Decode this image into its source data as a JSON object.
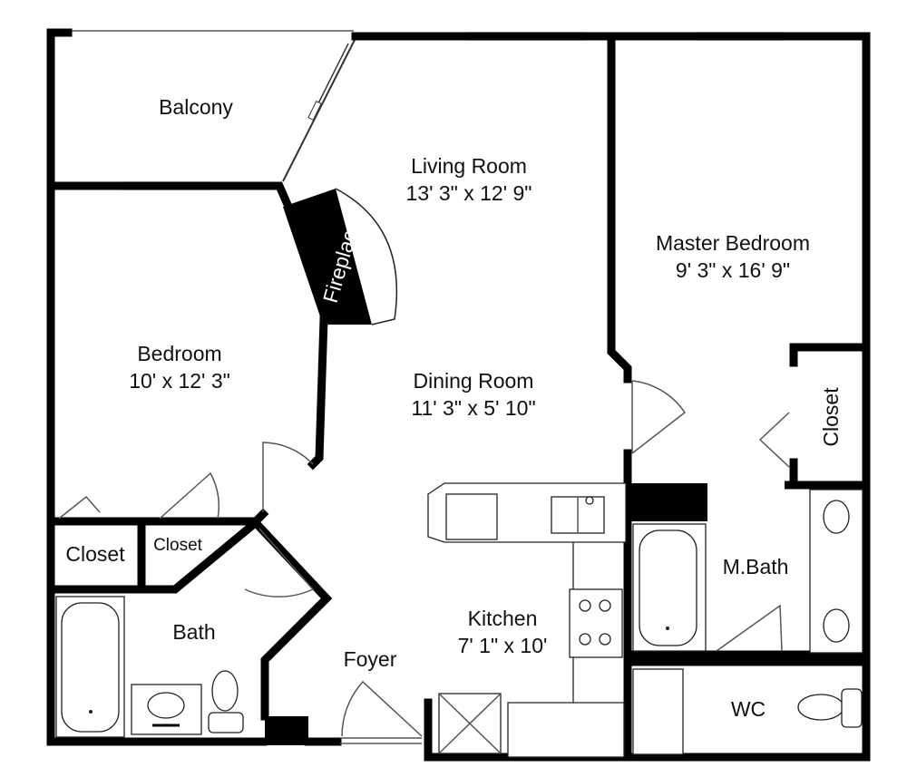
{
  "rooms": {
    "balcony": {
      "name": "Balcony"
    },
    "living_room": {
      "name": "Living Room",
      "size": "13' 3\" x 12' 9\""
    },
    "master_bedroom": {
      "name": "Master Bedroom",
      "size": "9' 3\" x 16' 9\""
    },
    "fireplace": {
      "name": "Fireplace"
    },
    "bedroom": {
      "name": "Bedroom",
      "size": "10' x 12' 3\""
    },
    "dining_room": {
      "name": "Dining Room",
      "size": "11' 3\" x 5' 10\""
    },
    "master_closet": {
      "name": "Closet"
    },
    "closet_1": {
      "name": "Closet"
    },
    "closet_2": {
      "name": "Closet"
    },
    "bath": {
      "name": "Bath"
    },
    "master_bath": {
      "name": "M.Bath"
    },
    "kitchen": {
      "name": "Kitchen",
      "size": "7' 1\" x 10'"
    },
    "foyer": {
      "name": "Foyer"
    },
    "wc": {
      "name": "WC"
    }
  },
  "colors": {
    "wall": "#000000",
    "background": "#ffffff"
  }
}
